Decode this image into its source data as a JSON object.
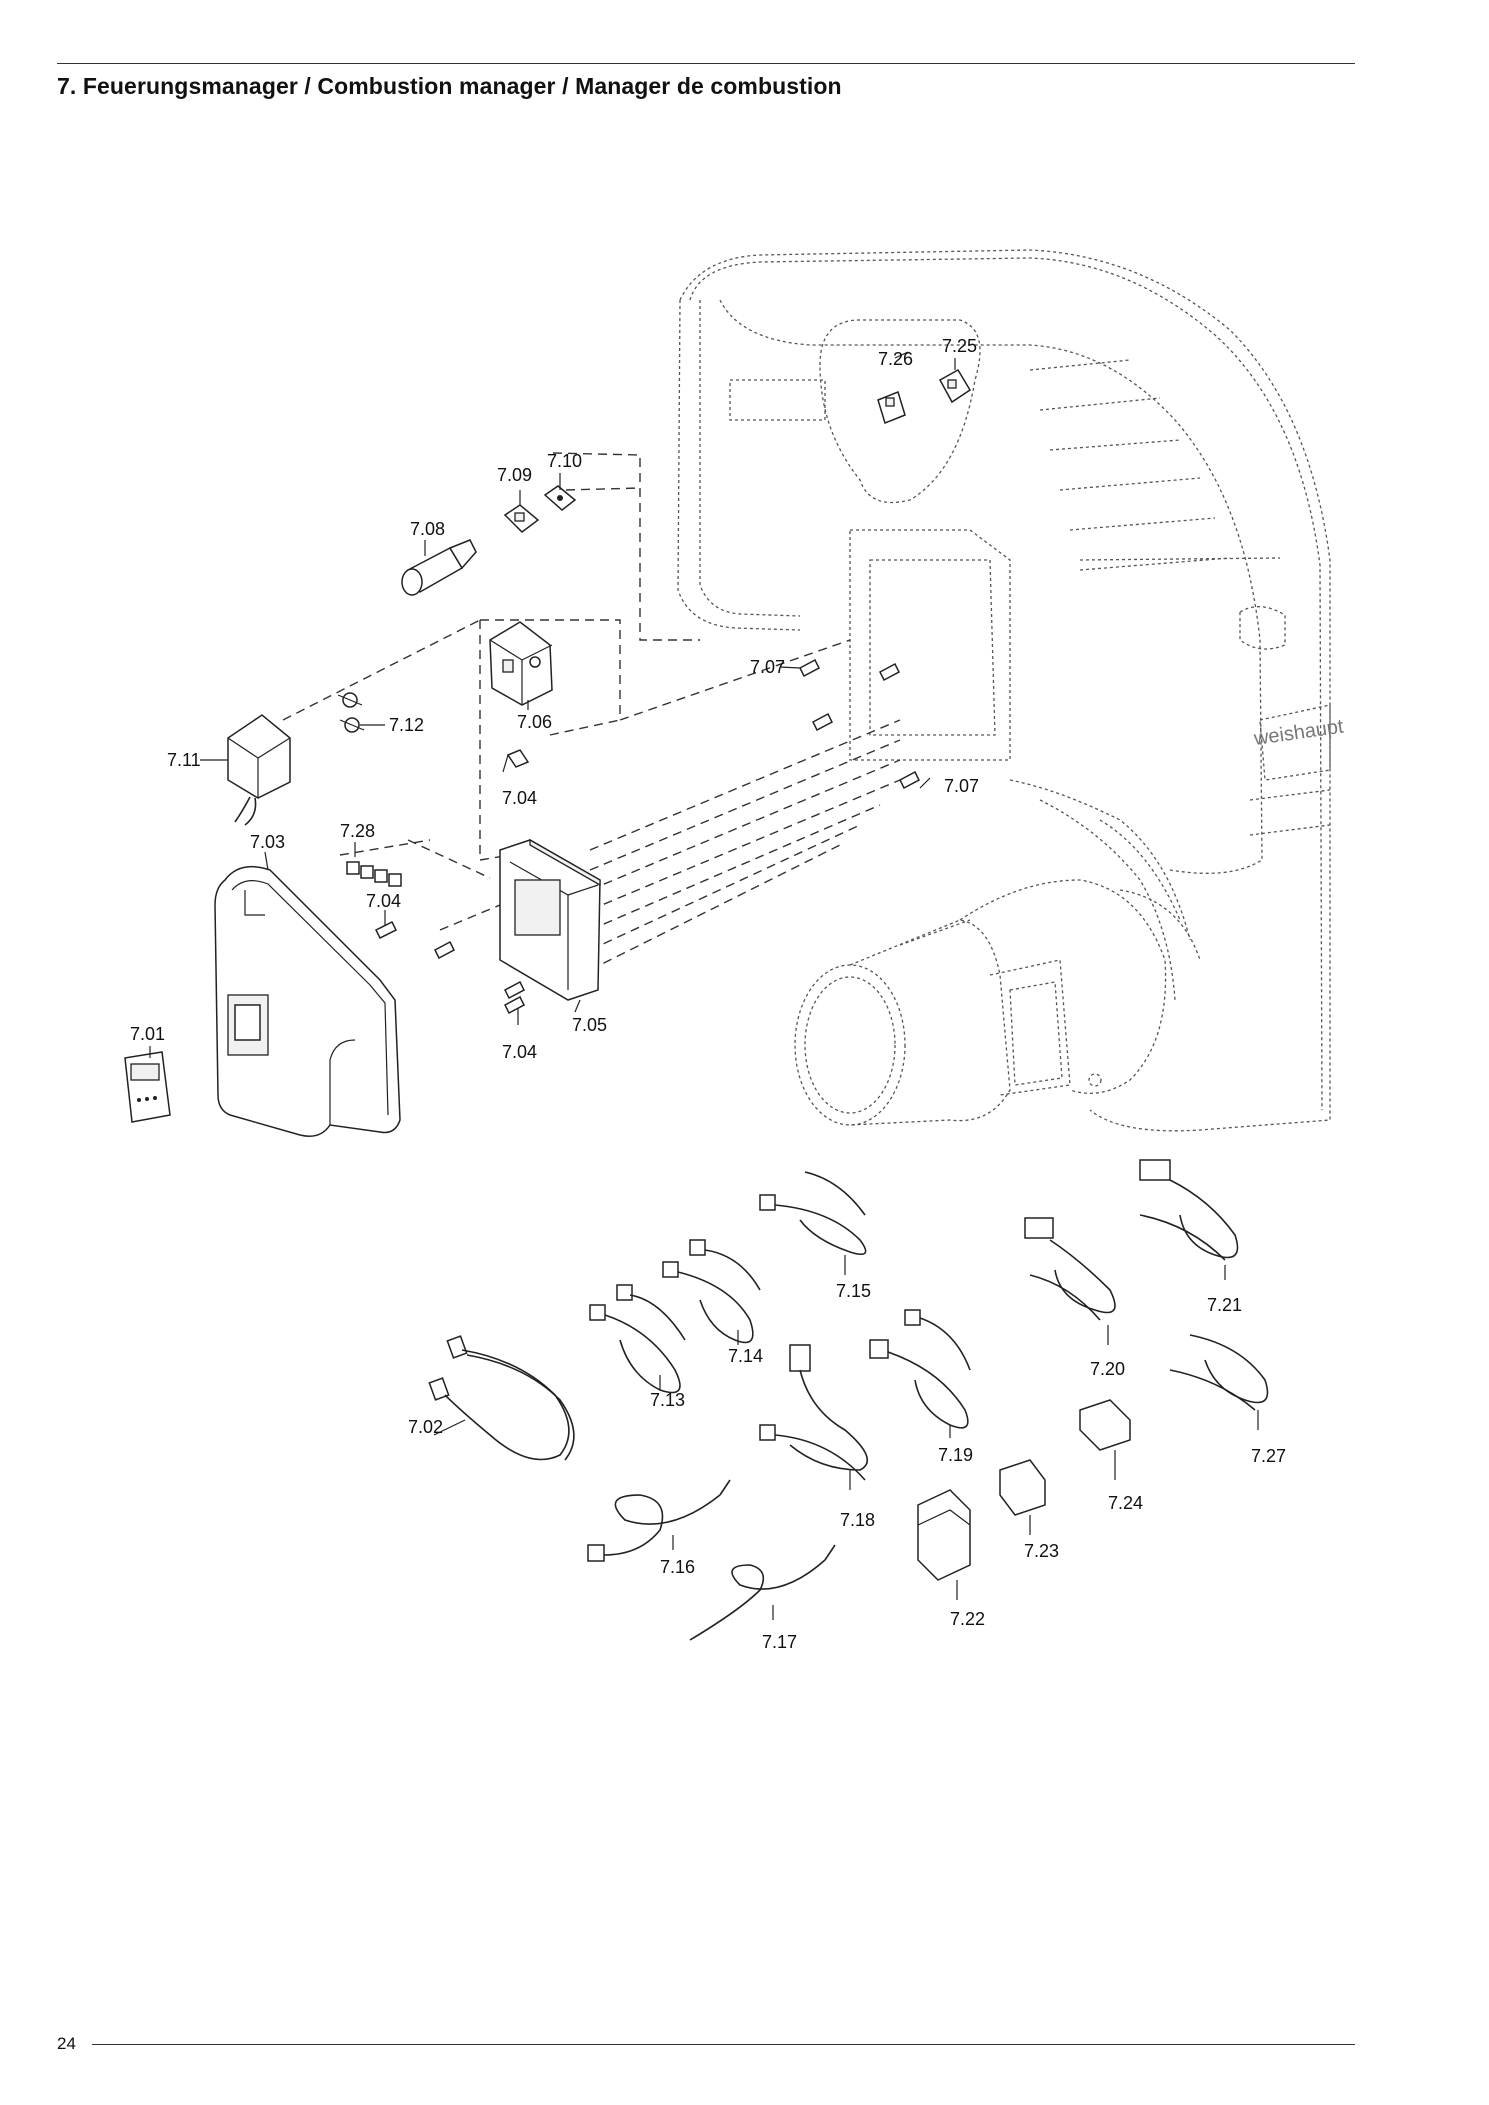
{
  "header": {
    "title": "7. Feuerungsmanager / Combustion manager / Manager de combustion"
  },
  "footer": {
    "page_number": "24"
  },
  "drawing": {
    "brand_mark": "weishaupt",
    "labels": {
      "p701": "7.01",
      "p702": "7.02",
      "p703": "7.03",
      "p704a": "7.04",
      "p704b": "7.04",
      "p704c": "7.04",
      "p705": "7.05",
      "p706": "7.06",
      "p707a": "7.07",
      "p707b": "7.07",
      "p708": "7.08",
      "p709": "7.09",
      "p710": "7.10",
      "p711": "7.11",
      "p712": "7.12",
      "p713": "7.13",
      "p714": "7.14",
      "p715": "7.15",
      "p716": "7.16",
      "p717": "7.17",
      "p718": "7.18",
      "p719": "7.19",
      "p720": "7.20",
      "p721": "7.21",
      "p722": "7.22",
      "p723": "7.23",
      "p724": "7.24",
      "p725": "7.25",
      "p726": "7.26",
      "p727": "7.27",
      "p728": "7.28"
    }
  }
}
